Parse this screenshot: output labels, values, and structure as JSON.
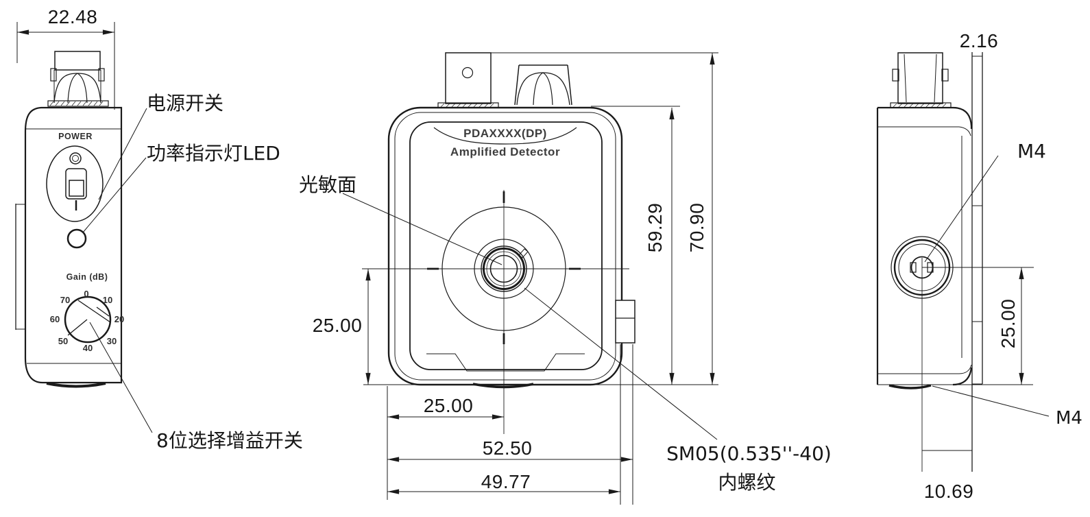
{
  "colors": {
    "line": "#1a1a1a",
    "background": "#ffffff",
    "text": "#161616"
  },
  "views": {
    "left_side": {
      "power_label": "POWER",
      "gain_label": "Gain (dB)",
      "gain_scale": [
        "0",
        "10",
        "20",
        "30",
        "40",
        "50",
        "60",
        "70"
      ],
      "dims": {
        "body_depth": "22.48"
      }
    },
    "front": {
      "model": "PDAXXXX(DP)",
      "subtitle": "Amplified Detector",
      "dims": {
        "aperture_height": "25.00",
        "aperture_offset": "25.00",
        "overall_width": "52.50",
        "body_width": "49.77",
        "body_height": "59.29",
        "overall_height": "70.90"
      }
    },
    "right_side": {
      "dims": {
        "lip_thickness": "2.16",
        "hole_height": "25.00",
        "hole_to_front": "10.69"
      }
    }
  },
  "annotations": {
    "power_switch": "电源开关",
    "power_led": "功率指示灯LED",
    "gain_switch": "8位选择增益开关",
    "photosensitive_surface": "光敏面",
    "thread_spec": "SM05(0.535''-40)",
    "thread_type": "内螺纹",
    "m4_top": "M4",
    "m4_bottom": "M4"
  }
}
